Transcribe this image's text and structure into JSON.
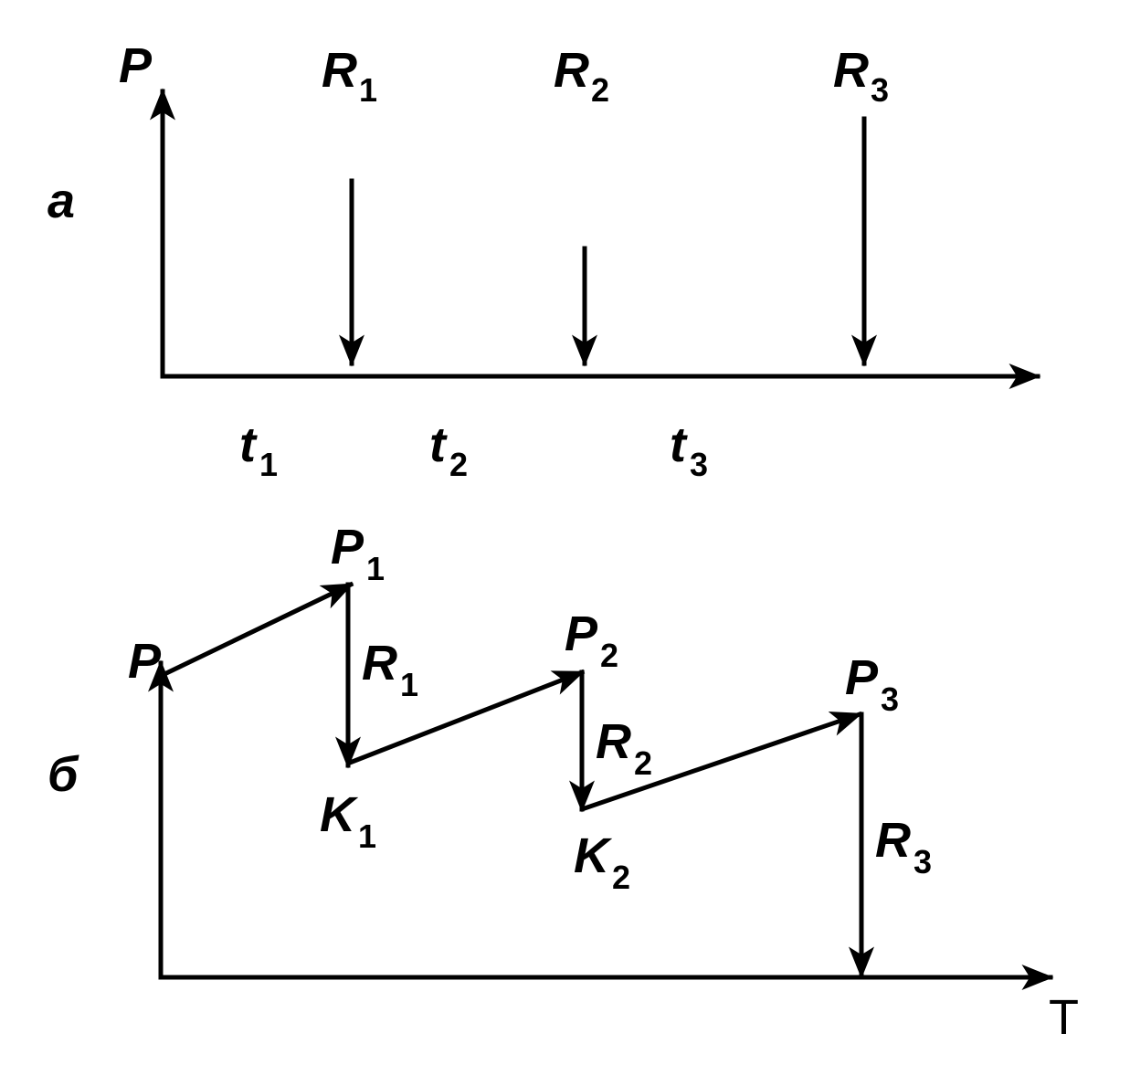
{
  "panel_a": {
    "panel_label": "a",
    "p_label": "P",
    "r_labels": [
      {
        "main": "R",
        "sub": "1"
      },
      {
        "main": "R",
        "sub": "2"
      },
      {
        "main": "R",
        "sub": "3"
      }
    ],
    "t_labels": [
      {
        "main": "t",
        "sub": "1"
      },
      {
        "main": "t",
        "sub": "2"
      },
      {
        "main": "t",
        "sub": "3"
      }
    ]
  },
  "panel_b": {
    "panel_label": "б",
    "p_label": "P",
    "peak_labels": [
      {
        "main": "P",
        "sub": "1"
      },
      {
        "main": "P",
        "sub": "2"
      },
      {
        "main": "P",
        "sub": "3"
      }
    ],
    "drop_labels": [
      {
        "main": "R",
        "sub": "1"
      },
      {
        "main": "R",
        "sub": "2"
      },
      {
        "main": "R",
        "sub": "3"
      }
    ],
    "trough_labels": [
      {
        "main": "K",
        "sub": "1"
      },
      {
        "main": "K",
        "sub": "2"
      }
    ],
    "x_axis_label": "T"
  }
}
